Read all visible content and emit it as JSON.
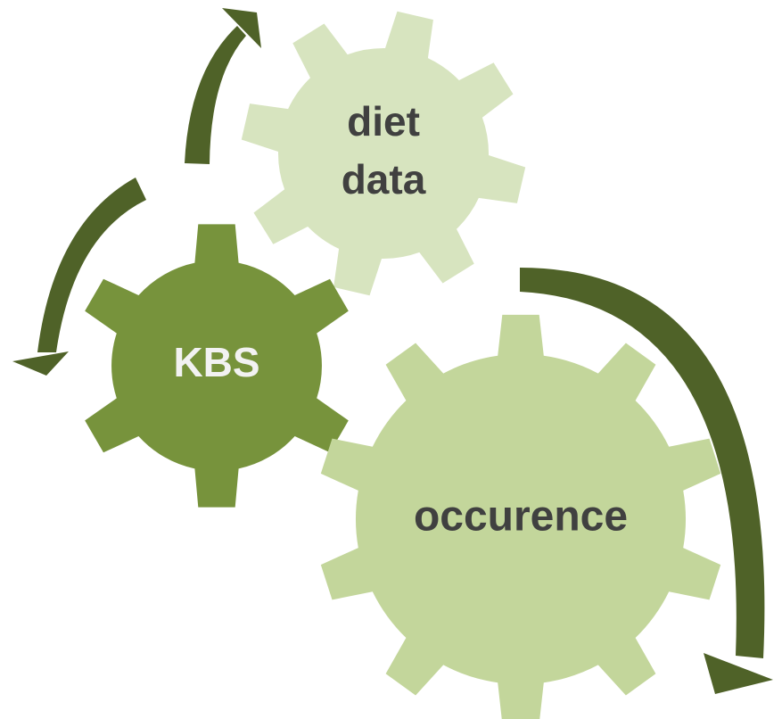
{
  "gears": [
    {
      "id": "diet-data",
      "lines": [
        "diet",
        "data"
      ],
      "fill": "#d7e4bf",
      "text_color": "#404040"
    },
    {
      "id": "kbs",
      "lines": [
        "KBS"
      ],
      "fill": "#77933c",
      "text_color": "#f2f2f2"
    },
    {
      "id": "occurence",
      "lines": [
        "occurence"
      ],
      "fill": "#c3d69b",
      "text_color": "#404040"
    }
  ],
  "arrow_color": "#4f6228"
}
